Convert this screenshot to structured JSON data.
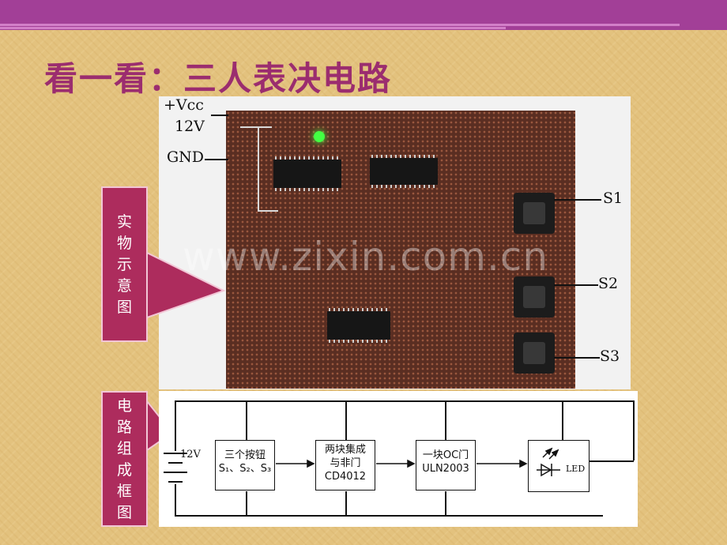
{
  "title": "看一看：三人表决电路",
  "photo": {
    "labels": {
      "vcc": "+Vcc",
      "v12": "12V",
      "gnd": "GND",
      "s1": "S1",
      "s2": "S2",
      "s3": "S3"
    },
    "watermark": "www.zixin.com.cn"
  },
  "callouts": {
    "photo": [
      "实",
      "物",
      "示",
      "意",
      "图"
    ],
    "circuit": [
      "电",
      "路",
      "组",
      "成",
      "框",
      "图"
    ]
  },
  "circuit": {
    "supply": "12V",
    "blocks": [
      {
        "line1": "三个按钮",
        "line2": "S₁、S₂、S₃"
      },
      {
        "line1": "两块集成",
        "line2": "与非门",
        "line3": "CD4012"
      },
      {
        "line1": "一块OC门",
        "line2": "ULN2003"
      }
    ],
    "led": "LED"
  },
  "colors": {
    "background": "#e3c27e",
    "top_band": "#a23f97",
    "title": "#9b2d6f",
    "callout": "#ad2c5d"
  }
}
